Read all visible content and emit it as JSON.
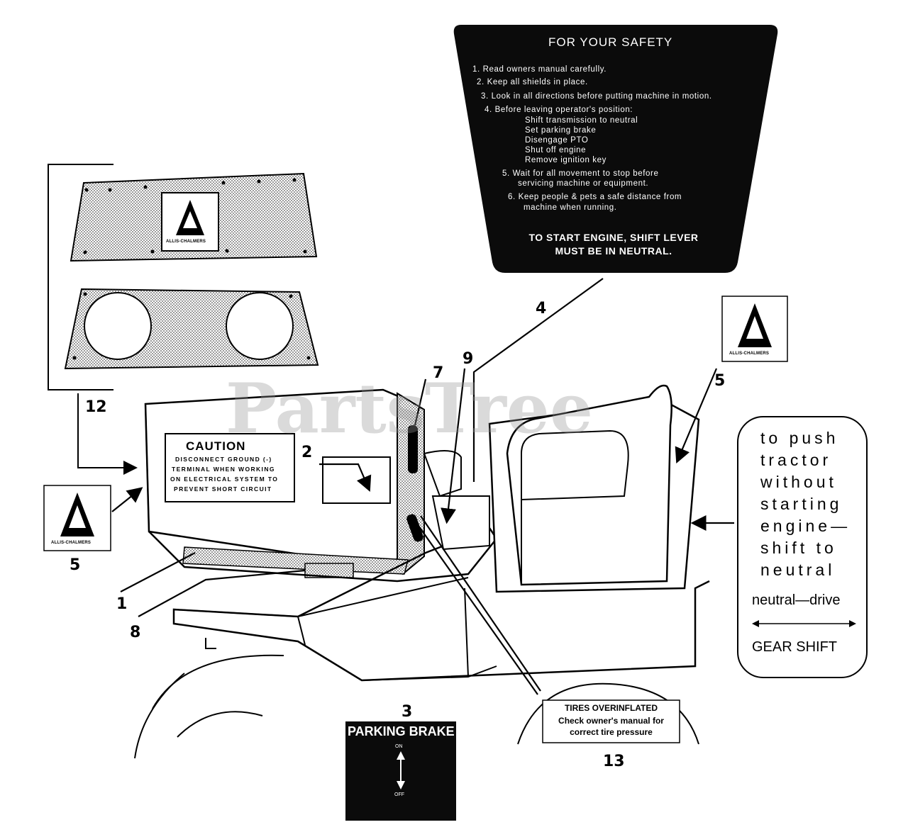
{
  "safety_decal": {
    "title": "FOR YOUR SAFETY",
    "lines": [
      "1. Read owners manual carefully.",
      "2. Keep all shields in place.",
      "3. Look in all directions before putting machine in motion.",
      "4. Before leaving operator's position:",
      "Shift transmission to neutral",
      "Set parking brake",
      "Disengage PTO",
      "Shut off engine",
      "Remove ignition key",
      "5. Wait for all movement to stop before",
      "servicing machine or equipment.",
      "6. Keep people & pets a safe distance from",
      "machine when running."
    ],
    "footer_line1": "TO START ENGINE, SHIFT LEVER",
    "footer_line2": "MUST BE IN NEUTRAL."
  },
  "caution_decal": {
    "title": "CAUTION",
    "lines": [
      "DISCONNECT GROUND (-)",
      "TERMINAL WHEN WORKING",
      "ON ELECTRICAL SYSTEM TO",
      "PREVENT SHORT CIRCUIT"
    ]
  },
  "push_decal": {
    "lines": [
      "to push",
      "tractor",
      "without",
      "starting",
      "engine—",
      "shift to",
      "neutral"
    ],
    "neutral_drive": "neutral—drive",
    "gear_shift": "GEAR SHIFT"
  },
  "tire_decal": {
    "line1": "TIRES OVERINFLATED",
    "line2": "Check owner's manual for",
    "line3": "correct tire pressure"
  },
  "parking_brake_decal": {
    "title": "PARKING BRAKE",
    "on": "ON",
    "off": "OFF"
  },
  "logo_caption": "ALLIS-CHALMERS",
  "callouts": {
    "c1": "1",
    "c2": "2",
    "c3": "3",
    "c4": "4",
    "c5_left": "5",
    "c5_right": "5",
    "c7": "7",
    "c8": "8",
    "c9": "9",
    "c12": "12",
    "c13": "13"
  },
  "watermark": "PartsTree"
}
